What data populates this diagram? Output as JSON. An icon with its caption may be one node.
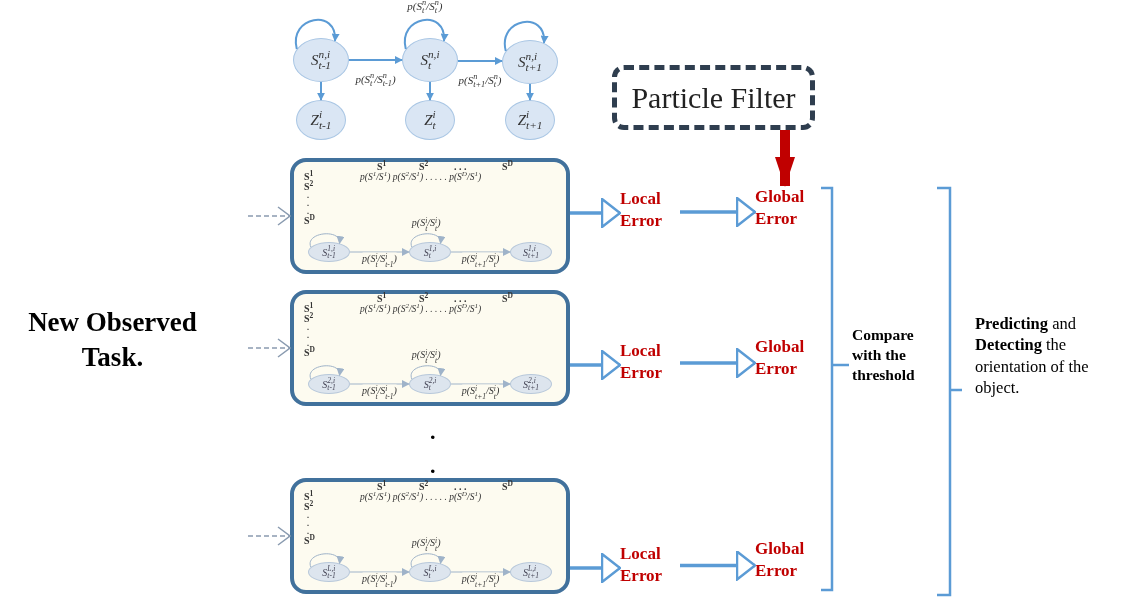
{
  "diagram": {
    "nodes": [
      {
        "text": [
          "S$^{n,i}$$_{t-1}$"
        ]
      },
      {
        "text": [
          "S$^{n,i}$$_{t}$"
        ]
      },
      {
        "text": [
          "S$^{n,i}$$_{t+1}$"
        ]
      },
      {
        "text": [
          "Z$^{i}$$_{t-1}$"
        ]
      },
      {
        "text": [
          "Z$^{i}$$_{t}$"
        ]
      },
      {
        "text": [
          "Z$^{i}$$_{t+1}$"
        ]
      },
      {
        "text": [
          "Particle Filter"
        ]
      },
      {
        "text": [
          "S$^{1}$",
          "S$^{2}$",
          ". . .",
          "S$^{D}$",
          "S$^{1}$",
          "S$^{2}$",
          ".",
          ".",
          ".",
          "S$^{D}$",
          "p(S$^{1}$/S$^{1}$) p(S$^{2}$/S$^{1}$) . . . . . p(S$^{D}$/S$^{1}$)"
        ]
      },
      {
        "text": [
          "S$^{1,i}$$_{t-1}$"
        ],
        "in": 7
      },
      {
        "text": [
          "S$^{1,i}$$_{t}$"
        ],
        "in": 7
      },
      {
        "text": [
          "S$^{1,i}$$_{t+1}$"
        ],
        "in": 7
      },
      {
        "text": [
          "S$^{1}$",
          "S$^{2}$",
          ". . .",
          "S$^{D}$",
          "S$^{1}$",
          "S$^{2}$",
          ".",
          ".",
          ".",
          "S$^{D}$",
          "p(S$^{1}$/S$^{1}$) p(S$^{2}$/S$^{1}$) . . . . . p(S$^{D}$/S$^{1}$)"
        ]
      },
      {
        "text": [
          "S$^{2,i}$$_{t-1}$"
        ],
        "in": 11
      },
      {
        "text": [
          "S$^{2,i}$$_{t}$"
        ],
        "in": 11
      },
      {
        "text": [
          "S$^{2,i}$$_{t+1}$"
        ],
        "in": 11
      },
      {
        "text": [
          "S$^{1}$",
          "S$^{2}$",
          ". . .",
          "S$^{D}$",
          "S$^{1}$",
          "S$^{2}$",
          ".",
          ".",
          ".",
          "S$^{D}$",
          "p(S$^{1}$/S$^{1}$) p(S$^{2}$/S$^{1}$) . . . . . p(S$^{D}$/S$^{1}$)"
        ]
      },
      {
        "text": [
          "S$^{L,i}$$_{t-1}$"
        ],
        "in": 15
      },
      {
        "text": [
          "S$^{L,i}$$_{t}$"
        ],
        "in": 15
      },
      {
        "text": [
          "S$^{L,i}$$_{t+1}$"
        ],
        "in": 15
      },
      {
        "text": [
          "Local Error"
        ]
      },
      {
        "text": [
          "Global Error"
        ]
      },
      {
        "text": [
          "Local Error"
        ]
      },
      {
        "text": [
          "Global Error"
        ]
      },
      {
        "text": [
          "Local Error"
        ]
      },
      {
        "text": [
          "Global Error"
        ]
      }
    ],
    "edges": [
      {
        "from": 0,
        "to": 1,
        "arrow": "to",
        "label": "p(S$^{n}$$_{t}$/S$^{n}$$_{t-1}$)"
      },
      {
        "from": 1,
        "to": 2,
        "arrow": "to",
        "label": "p(S$^{n}$$_{t+1}$/S$^{n}$$_{t}$)"
      },
      {
        "from": 0,
        "to": 0,
        "arrow": "to"
      },
      {
        "from": 1,
        "to": 1,
        "arrow": "to",
        "label": "p(S$^{n}$$_{t}$/S$^{n}$$_{t}$)"
      },
      {
        "from": 2,
        "to": 2,
        "arrow": "to"
      },
      {
        "from": 0,
        "to": 3,
        "arrow": "to"
      },
      {
        "from": 1,
        "to": 4,
        "arrow": "to"
      },
      {
        "from": 2,
        "to": 5,
        "arrow": "to"
      },
      {
        "from": 8,
        "to": 9,
        "arrow": "to",
        "label": "p(S$^{i}$$_{t}$/S$^{i}$$_{t-1}$)"
      },
      {
        "from": 9,
        "to": 10,
        "arrow": "to",
        "label": "p(S$^{i}$$_{t+1}$/S$^{i}$$_{t}$)"
      },
      {
        "from": 8,
        "to": 8,
        "arrow": "to"
      },
      {
        "from": 9,
        "to": 9,
        "arrow": "to",
        "label": "p(S$^{i}$$_{t}$/S$^{i}$$_{t}$)"
      },
      {
        "from": 12,
        "to": 13,
        "arrow": "to",
        "label": "p(S$^{i}$$_{t}$/S$^{i}$$_{t-1}$)"
      },
      {
        "from": 13,
        "to": 14,
        "arrow": "to",
        "label": "p(S$^{i}$$_{t+1}$/S$^{i}$$_{t}$)"
      },
      {
        "from": 12,
        "to": 12,
        "arrow": "to"
      },
      {
        "from": 13,
        "to": 13,
        "arrow": "to",
        "label": "p(S$^{i}$$_{t}$/S$^{i}$$_{t}$)"
      },
      {
        "from": 16,
        "to": 17,
        "arrow": "to",
        "label": "p(S$^{i}$$_{t}$/S$^{i}$$_{t-1}$)"
      },
      {
        "from": 17,
        "to": 18,
        "arrow": "to",
        "label": "p(S$^{i}$$_{t+1}$/S$^{i}$$_{t}$)"
      },
      {
        "from": 16,
        "to": 16,
        "arrow": "to"
      },
      {
        "from": 17,
        "to": 17,
        "arrow": "to",
        "label": "p(S$^{i}$$_{t}$/S$^{i}$$_{t}$)"
      },
      {
        "from": null,
        "to": 7,
        "arrow": "to",
        "style": "dashed"
      },
      {
        "from": null,
        "to": 11,
        "arrow": "to",
        "style": "dashed"
      },
      {
        "from": null,
        "to": 15,
        "arrow": "to",
        "style": "dashed"
      },
      {
        "from": 7,
        "to": 19,
        "arrow": "to",
        "style": "thick"
      },
      {
        "from": 19,
        "to": 20,
        "arrow": "to",
        "style": "thick"
      },
      {
        "from": 11,
        "to": 21,
        "arrow": "to",
        "style": "thick"
      },
      {
        "from": 21,
        "to": 22,
        "arrow": "to",
        "style": "thick"
      },
      {
        "from": 15,
        "to": 23,
        "arrow": "to",
        "style": "thick"
      },
      {
        "from": 23,
        "to": 24,
        "arrow": "to",
        "style": "thick"
      },
      {
        "from": 6,
        "to": 20,
        "arrow": "to",
        "style": "thick",
        "color": "#c00000"
      }
    ],
    "labels": [
      "New Observed Task.",
      ".",
      ".",
      "Compare with the threshold",
      "**Predicting** and **Detecting** the orientation of the object."
    ]
  }
}
